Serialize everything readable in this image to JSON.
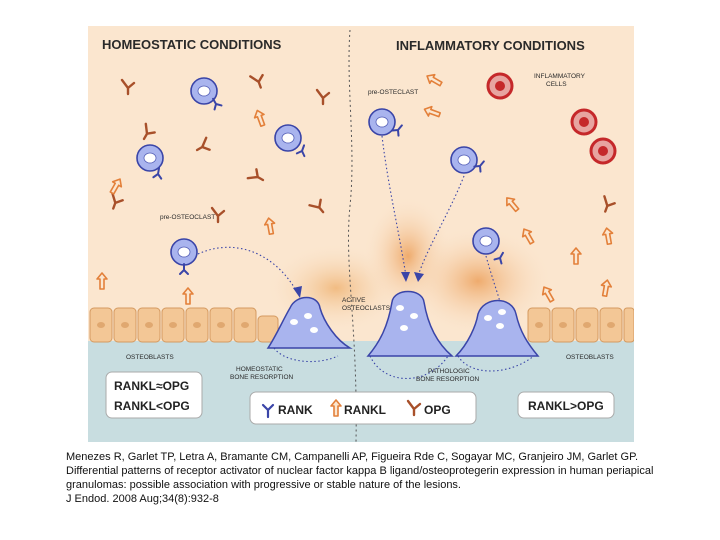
{
  "diagram": {
    "left_title": "HOMEOSTATIC CONDITIONS",
    "right_title": "INFLAMMATORY CONDITIONS",
    "labels": {
      "pre_osteoclast_left": "pre-OSTEOCLAST",
      "pre_osteoclast_top": "pre-OSTECLAST",
      "inflammatory_cells_1": "INFLAMMATORY",
      "inflammatory_cells_2": "CELLS",
      "active_osteoclasts_1": "ACTIVE",
      "active_osteoclasts_2": "OSTEOCLASTS",
      "osteoblasts_left": "OSTEOBLASTS",
      "osteoblasts_right": "OSTEOBLASTS",
      "homeostatic_resorption_1": "HOMEOSTATIC",
      "homeostatic_resorption_2": "BONE RESORPTION",
      "pathologic_resorption_1": "PATHOLOGIC",
      "pathologic_resorption_2": "BONE RESORPTION"
    },
    "ratios": {
      "left_1": "RANKL≈OPG",
      "left_2": "RANKL<OPG",
      "right": "RANKL>OPG"
    },
    "legend": {
      "rank": "RANK",
      "rankl": "RANKL",
      "opg": "OPG"
    },
    "colors": {
      "background": "#fbe6cf",
      "bone": "#c8dde0",
      "cell": "#a9b4ee",
      "cell_stroke": "#3a45a8",
      "osteoblast": "#f3c796",
      "rankl": "#e3803a",
      "opg": "#a8502a",
      "rank": "#3a45a8",
      "inflammatory": "#c5282a"
    }
  },
  "citation": {
    "line1": "Menezes R, Garlet TP, Letra A, Bramante CM, Campanelli AP, Figueira Rde C, Sogayar MC, Granjeiro JM, Garlet GP. Differential patterns of receptor activator of nuclear factor kappa B ligand/osteoprotegerin expression in human periapical granulomas: possible association with progressive or stable nature of the lesions.",
    "line2": "J Endod. 2008 Aug;34(8):932-8"
  }
}
